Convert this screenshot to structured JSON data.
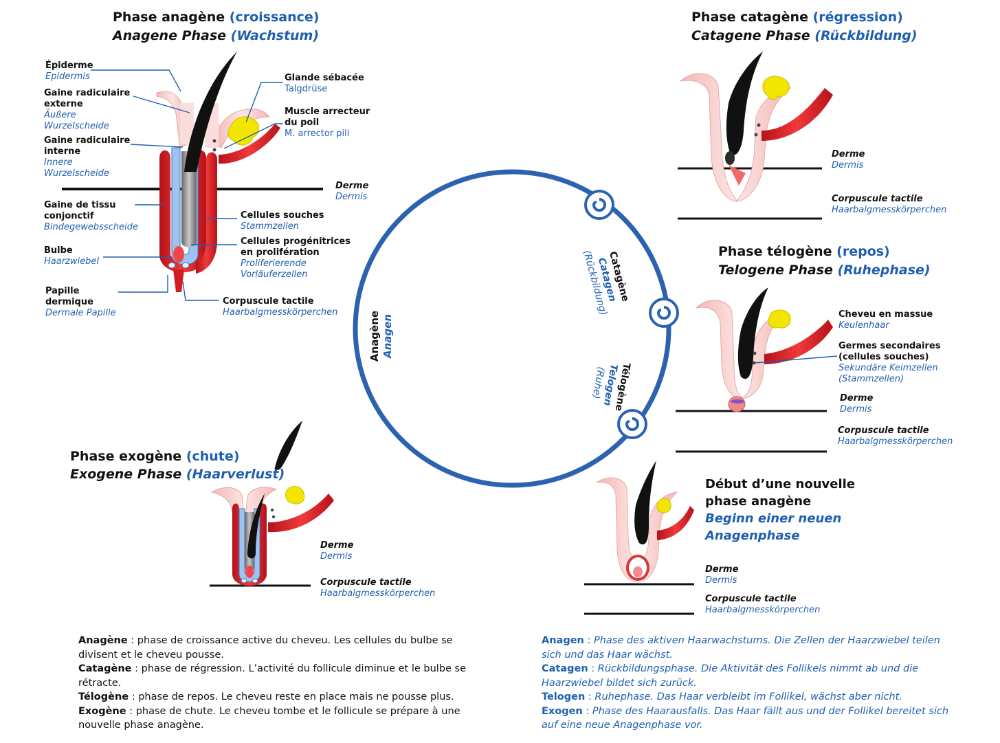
{
  "anagen": {
    "title_fr": "Phase anagène",
    "title_fr_paren": "(croissance)",
    "title_de": "Anagene Phase",
    "title_de_paren": "(Wachstum)",
    "labels": {
      "epiderme_fr": "Épiderme",
      "epiderme_de": "Epidermis",
      "gre_fr1": "Gaine radiculaire",
      "gre_fr2": "externe",
      "gre_de1": "Äußere",
      "gre_de2": "Wurzelscheide",
      "gri_fr1": "Gaine radiculaire",
      "gri_fr2": "interne",
      "gri_de1": "Innere",
      "gri_de2": "Wurzelscheide",
      "gtc_fr1": "Gaine de tissu",
      "gtc_fr2": "conjonctif",
      "gtc_de": "Bindegewebsscheide",
      "bulbe_fr": "Bulbe",
      "bulbe_de": "Haarzwiebel",
      "papille_fr1": "Papille",
      "papille_fr2": "dermique",
      "papille_de": "Dermale Papille",
      "glande_fr": "Glande sébacée",
      "glande_de": "Talgdrüse",
      "muscle_fr1": "Muscle arrecteur",
      "muscle_fr2": "du poil",
      "muscle_de": "M. arrector pili",
      "derme_fr": "Derme",
      "derme_de": "Dermis",
      "souches_fr": "Cellules souches",
      "souches_de": "Stammzellen",
      "prog_fr1": "Cellules progénitrices",
      "prog_fr2": "en prolifération",
      "prog_de1": "Proliferierende",
      "prog_de2": "Vorläuferzellen",
      "corp_fr": "Corpuscule tactile",
      "corp_de": "Haarbalgmesskörperchen"
    }
  },
  "catagen": {
    "title_fr": "Phase catagène",
    "title_fr_paren": "(régression)",
    "title_de": "Catagene Phase",
    "title_de_paren": "(Rückbildung)",
    "derme_fr": "Derme",
    "derme_de": "Dermis",
    "corp_fr": "Corpuscule tactile",
    "corp_de": "Haarbalgmesskörperchen"
  },
  "telogen": {
    "title_fr": "Phase télogène",
    "title_fr_paren": "(repos)",
    "title_de": "Telogene Phase",
    "title_de_paren": "(Ruhephase)",
    "massue_fr": "Cheveu en massue",
    "massue_de": "Keulenhaar",
    "germes_fr1": "Germes secondaires",
    "germes_fr2": "(cellules souches)",
    "germes_de1": "Sekundäre Keimzellen",
    "germes_de2": "(Stammzellen)",
    "derme_fr": "Derme",
    "derme_de": "Dermis",
    "corp_fr": "Corpuscule tactile",
    "corp_de": "Haarbalgmesskörperchen"
  },
  "exogen": {
    "title_fr": "Phase exogène",
    "title_fr_paren": "(chute)",
    "title_de": "Exogene Phase",
    "title_de_paren": "(Haarverlust)",
    "derme_fr": "Derme",
    "derme_de": "Dermis",
    "corp_fr": "Corpuscule tactile",
    "corp_de": "Haarbalgmesskörperchen"
  },
  "new_anagen": {
    "title_fr1": "Début d’une nouvelle",
    "title_fr2": "phase anagène",
    "title_de1": "Beginn einer neuen",
    "title_de2": "Anagenphase",
    "derme_fr": "Derme",
    "derme_de": "Dermis",
    "corp_fr": "Corpuscule tactile",
    "corp_de": "Haarbalgmesskörperchen"
  },
  "cycle": {
    "anagen_fr": "Anagène",
    "anagen_de": "Anagen",
    "catagen_fr": "Catagène",
    "catagen_de": "Catagen",
    "catagen_de_paren": "(Rückbildung)",
    "telogen_fr": "Télogène",
    "telogen_de": "Telogen",
    "telogen_de_paren": "(Ruhe)"
  },
  "legend_fr": {
    "anagen_term": "Anagène",
    "anagen_text": " : phase de croissance active du cheveu. Les cellules du bulbe se divisent et le cheveu pousse.",
    "catagen_term": "Catagène",
    "catagen_text": " : phase de régression. L’activité du follicule diminue et le bulbe se rétracte.",
    "telogen_term": "Télogène",
    "telogen_text": " : phase de repos. Le cheveu reste en place mais ne pousse plus.",
    "exogen_term": "Exogène",
    "exogen_text": " : phase de chute. Le cheveu tombe et le follicule se prépare à une nouvelle phase anagène."
  },
  "legend_de": {
    "anagen_term": "Anagen",
    "anagen_text": "Phase des aktiven Haarwachstums. Die Zellen der Haarzwiebel teilen sich und das Haar wächst.",
    "catagen_term": "Catagen",
    "catagen_text": "Rückbildungsphase. Die Aktivität des Follikels nimmt ab und die Haarzwiebel bildet sich zurück.",
    "telogen_term": "Telogen",
    "telogen_text": "Ruhephase. Das Haar verbleibt im Follikel, wächst aber nicht.",
    "exogen_term": "Exogen",
    "exogen_text": "Phase des Haarausfalls. Das Haar fällt aus und der Follikel bereitet sich auf eine neue Anagenphase vor."
  },
  "colors": {
    "blue": "#1f5fb0",
    "follicle_pink": "#f6c9c6",
    "muscle_red": "#d21e1e",
    "gland_yellow": "#f2e600",
    "hair_black": "#111111"
  }
}
